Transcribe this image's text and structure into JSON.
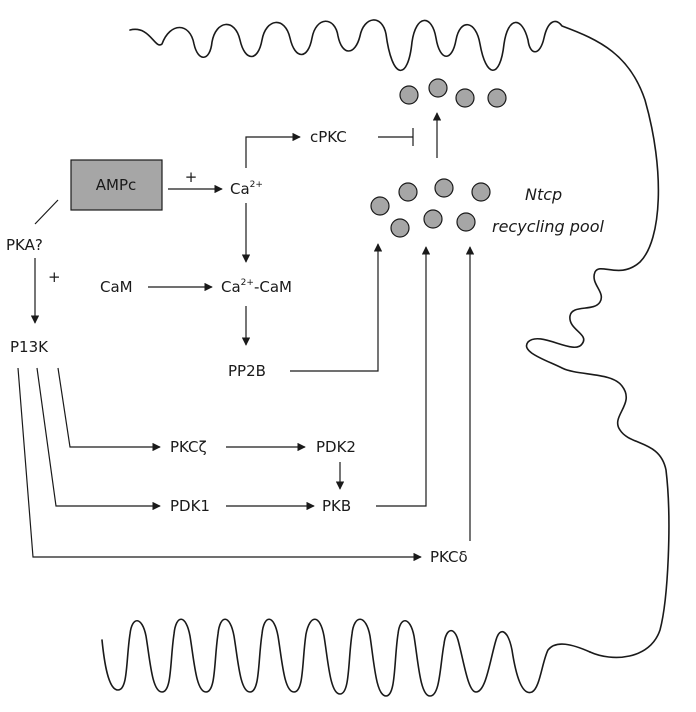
{
  "nodes": {
    "ampc": "AMPc",
    "pka": "PKA?",
    "pka_plus": "+",
    "ampc_plus": "+",
    "p13k": "P13K",
    "ca_base": "Ca",
    "ca_charge": "2+",
    "cpkc": "cPKC",
    "cam": "CaM",
    "ca_cam_base": "Ca",
    "ca_cam_charge": "2+",
    "ca_cam_suffix": "-CaM",
    "pp2b": "PP2B",
    "pkc_zeta": "PKCζ",
    "pdk2": "PDK2",
    "pdk1": "PDK1",
    "pkb": "PKB",
    "pkc_delta": "PKCδ"
  },
  "pool": {
    "line1": "Ntcp",
    "line2": "recycling pool"
  },
  "colors": {
    "ampc_box": "#a6a6a6",
    "vesicle": "#a6a6a6",
    "line": "#1a1a1a"
  }
}
